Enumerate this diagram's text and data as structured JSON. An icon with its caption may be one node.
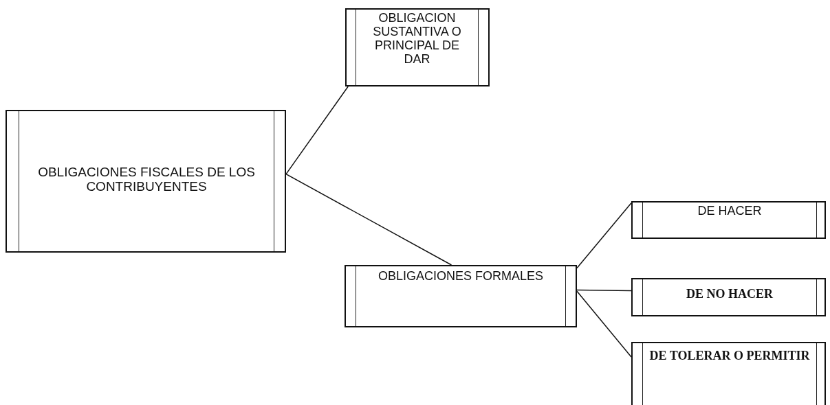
{
  "diagram": {
    "nodes": [
      {
        "text": [
          "OBLIGACIONES FISCALES DE LOS CONTRIBUYENTES"
        ]
      },
      {
        "text": [
          "OBLIGACION SUSTANTIVA O PRINCIPAL DE DAR"
        ]
      },
      {
        "text": [
          "OBLIGACIONES FORMALES"
        ]
      },
      {
        "text": [
          "DE HACER"
        ]
      },
      {
        "text": [
          "DE NO HACER"
        ]
      },
      {
        "text": [
          "DE TOLERAR O PERMITIR"
        ]
      }
    ],
    "edges": [
      {
        "from": 0,
        "to": 1,
        "arrow": "none"
      },
      {
        "from": 0,
        "to": 2,
        "arrow": "none"
      },
      {
        "from": 2,
        "to": 3,
        "arrow": "none"
      },
      {
        "from": 2,
        "to": 4,
        "arrow": "none"
      },
      {
        "from": 2,
        "to": 5,
        "arrow": "none"
      }
    ]
  }
}
